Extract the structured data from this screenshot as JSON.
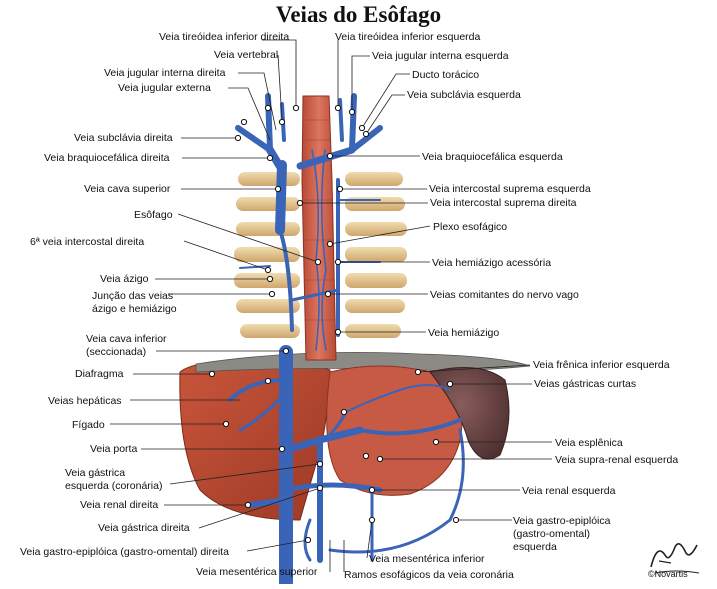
{
  "title": "Veias do Esôfago",
  "labels": {
    "tireoidea_dir": "Veia tireóidea inferior direita",
    "vertebral": "Veia vertebral",
    "jugular_int_dir": "Veia jugular interna direita",
    "jugular_ext": "Veia jugular externa",
    "subclavia_dir": "Veia subclávia direita",
    "braquio_dir": "Veia braquiocefálica direita",
    "cava_sup": "Veia cava superior",
    "esofago": "Esôfago",
    "intercostal6": "6ª veia intercostal direita",
    "azigo": "Veia ázigo",
    "juncao_1": "Junção das veias",
    "juncao_2": "ázigo e hemiázigo",
    "cava_inf_1": "Veia cava inferior",
    "cava_inf_2": "(seccionada)",
    "diafragma": "Diafragma",
    "hepaticas": "Veias hepáticas",
    "figado": "Fígado",
    "porta": "Veia porta",
    "gastrica_esq_1": "Veia gástrica",
    "gastrica_esq_2": "esquerda (coronária)",
    "renal_dir": "Veia renal direita",
    "gastrica_dir": "Veia gástrica direita",
    "gastroepi_dir": "Veia gastro-epiplóica (gastro-omental) direita",
    "mesenterica_sup": "Veia mesentérica superior",
    "tireoidea_esq": "Veia tireóidea inferior esquerda",
    "jugular_int_esq": "Veia jugular interna esquerda",
    "ducto": "Ducto torácico",
    "subclavia_esq": "Veia subclávia esquerda",
    "braquio_esq": "Veia braquiocefálica esquerda",
    "intercostal_sup_esq": "Veia intercostal suprema esquerda",
    "intercostal_sup_dir": "Veia intercostal suprema direita",
    "plexo": "Plexo esofágico",
    "hemiazigo_acess": "Veia hemiázigo acessória",
    "comitantes": "Veias comitantes do nervo vago",
    "hemiazigo": "Veia hemiázigo",
    "frenica": "Veia frênica inferior esquerda",
    "gastricas_curtas": "Veias gástricas curtas",
    "esplenica": "Veia esplênica",
    "suprarrenal": "Veia supra-renal esquerda",
    "renal_esq": "Veia renal esquerda",
    "gastroepi_esq_1": "Veia gastro-epiplóica",
    "gastroepi_esq_2": "(gastro-omental)",
    "gastroepi_esq_3": "esquerda",
    "mesenterica_inf": "Veia mesentérica inferior",
    "ramos": "Ramos esofágicos da veia coronária"
  },
  "signature": {
    "brand": "©Novartis"
  },
  "colors": {
    "vein": "#3a64b8",
    "muscle": "#c8553f",
    "liver": "#b0442e",
    "spleen": "#6a4646",
    "rib": "#e3c896",
    "leader": "#222222"
  }
}
